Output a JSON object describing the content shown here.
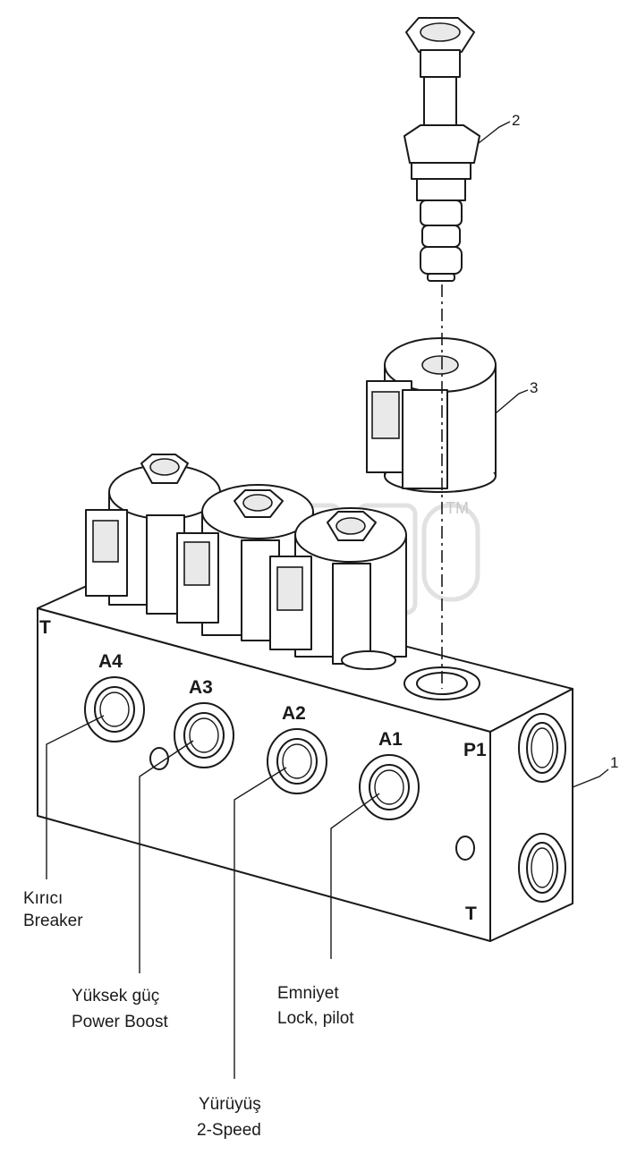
{
  "callouts": {
    "n1": "1",
    "n2": "2",
    "n3": "3"
  },
  "ports": {
    "t_top": "T",
    "a4": "A4",
    "a3": "A3",
    "a2": "A2",
    "a1": "A1",
    "p1": "P1",
    "t_bottom": "T"
  },
  "captions": {
    "a4": {
      "line1": "Kırıcı",
      "line2": "Breaker"
    },
    "a3": {
      "line1": "Yüksek güç",
      "line2": "Power Boost"
    },
    "a2": {
      "line1": "Yürüyüş",
      "line2": "2-Speed"
    },
    "a1": {
      "line1": "Emniyet",
      "line2": "Lock, pilot"
    }
  },
  "watermark": {
    "tm": "TM"
  }
}
